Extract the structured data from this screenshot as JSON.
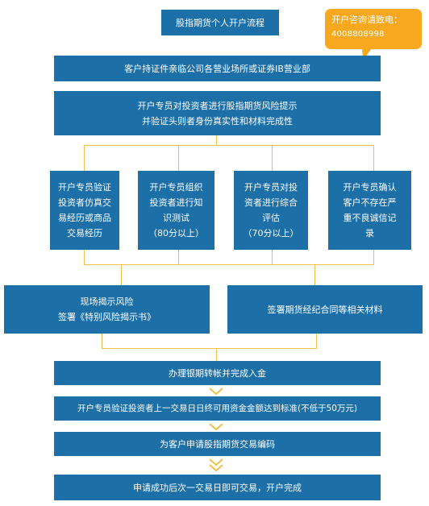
{
  "title": "股指期货个人开户流程",
  "callout": {
    "text": "开户咨询请致电：",
    "phone": "4008808998"
  },
  "steps": {
    "s1": "客户持证件亲临公司各营业场所或证券IB营业部",
    "s2": "开户专员对投资者进行股指期货风险提示\n并验证头则者身份真实性和材料完成性",
    "b1": "开户专员验证\n投资者仿真交\n易经历或商品\n交易经历",
    "b2": "开户专员组织\n投资者进行知\n识测试\n（80分以上）",
    "b3": "开户专员对投\n资者进行综合\n评估\n（70分以上）",
    "b4": "开户专员确认\n客户不存在严\n重不良诚信记\n录",
    "l1": "现场揭示风险\n签署《特别风险揭示书》",
    "l2": "签署期货经纪合同等相关材料",
    "s3": "办理银期转帐并完成入金",
    "s4": "开户专员验证投资者上一交易日日终可用资金金额达到标准(不低于50万元)",
    "s5": "为客户申请股指期货交易编码",
    "s6": "申请成功后次一交易日即可交易，开户完成"
  },
  "colors": {
    "box": "#1d6fa8",
    "connector": "#f1c04a",
    "callout": "#f7a81e"
  }
}
